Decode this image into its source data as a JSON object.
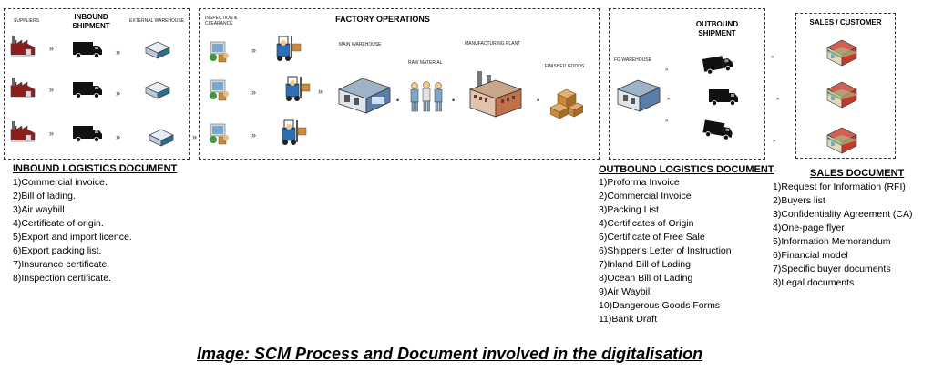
{
  "diagram": {
    "titles": {
      "inbound_shipment": "INBOUND SHIPMENT",
      "factory_operations": "FACTORY OPERATIONS",
      "outbound_shipment": "OUTBOUND SHIPMENT",
      "sales_customer": "SALES / CUSTOMER"
    },
    "labels": {
      "suppliers": "SUPPLIERS",
      "external_warehouse": "EXTERNAL WAREHOUSE",
      "inspection_clearance": "INSPECTION & CLEARANCE",
      "main_warehouse": "MAIN WAREHOUSE",
      "raw_material": "RAW MATERIAL",
      "manufacturing_plant": "MANUFACTURING PLANT",
      "finished_goods": "FINISHED GOODS",
      "fg_warehouse": "FG WAREHOUSE"
    }
  },
  "documents": {
    "inbound": {
      "title": "INBOUND LOGISTICS DOCUMENT",
      "items": [
        "1)Commercial invoice.",
        "2)Bill of lading.",
        "3)Air waybill.",
        "4)Certificate of origin.",
        "5)Export and import licence.",
        "6)Export packing list.",
        "7)Insurance certificate.",
        "8)Inspection certificate."
      ]
    },
    "outbound": {
      "title": "OUTBOUND LOGISTICS DOCUMENT",
      "items": [
        "1)Proforma Invoice",
        "2)Commercial Invoice",
        "3)Packing List",
        "4)Certificates of Origin",
        "5)Certificate of Free Sale",
        "6)Shipper's Letter of Instruction",
        "7)Inland Bill of Lading",
        "8)Ocean Bill of Lading",
        "9)Air Waybill",
        "10)Dangerous Goods Forms",
        "11)Bank Draft"
      ]
    },
    "sales": {
      "title": "SALES DOCUMENT",
      "items": [
        "1)Request for Information (RFI)",
        "2)Buyers list",
        "3)Confidentiality Agreement (CA)",
        "4)One-page flyer",
        "5)Information Memorandum",
        "6)Financial model",
        "7)Specific buyer documents",
        "8)Legal documents"
      ]
    }
  },
  "caption": "Image: SCM Process and Document involved in the digitalisation",
  "colors": {
    "factory_red": "#8b1e1e",
    "truck": "#111111",
    "store_red": "#c0392b",
    "box": "#c98a3c",
    "warehouse_blue": "#5a7ea8"
  },
  "icons": {
    "factory": "factory-icon",
    "truck": "truck-icon",
    "warehouse": "warehouse-icon",
    "forklift": "forklift-icon",
    "store": "store-icon"
  }
}
